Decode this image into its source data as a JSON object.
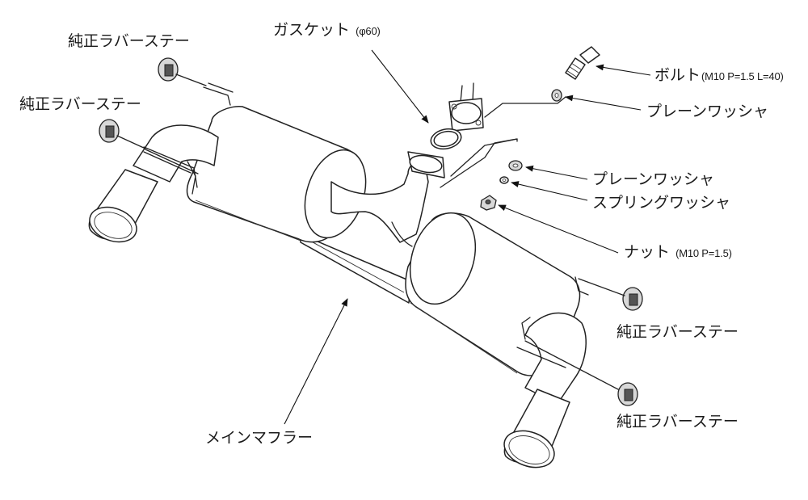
{
  "labels": {
    "rubber_stay_top": "純正ラバーステー",
    "rubber_stay_left": "純正ラバーステー",
    "rubber_stay_right_upper": "純正ラバーステー",
    "rubber_stay_right_lower": "純正ラバーステー",
    "gasket": "ガスケット",
    "gasket_spec": "(φ60)",
    "bolt": "ボルト",
    "bolt_spec": "(M10 P=1.5 L=40)",
    "plain_washer_upper": "プレーンワッシャ",
    "plain_washer_lower": "プレーンワッシャ",
    "spring_washer": "スプリングワッシャ",
    "nut": "ナット",
    "nut_spec": "(M10 P=1.5)",
    "main_muffler": "メインマフラー"
  },
  "colors": {
    "line": "#222222",
    "background": "#ffffff"
  }
}
